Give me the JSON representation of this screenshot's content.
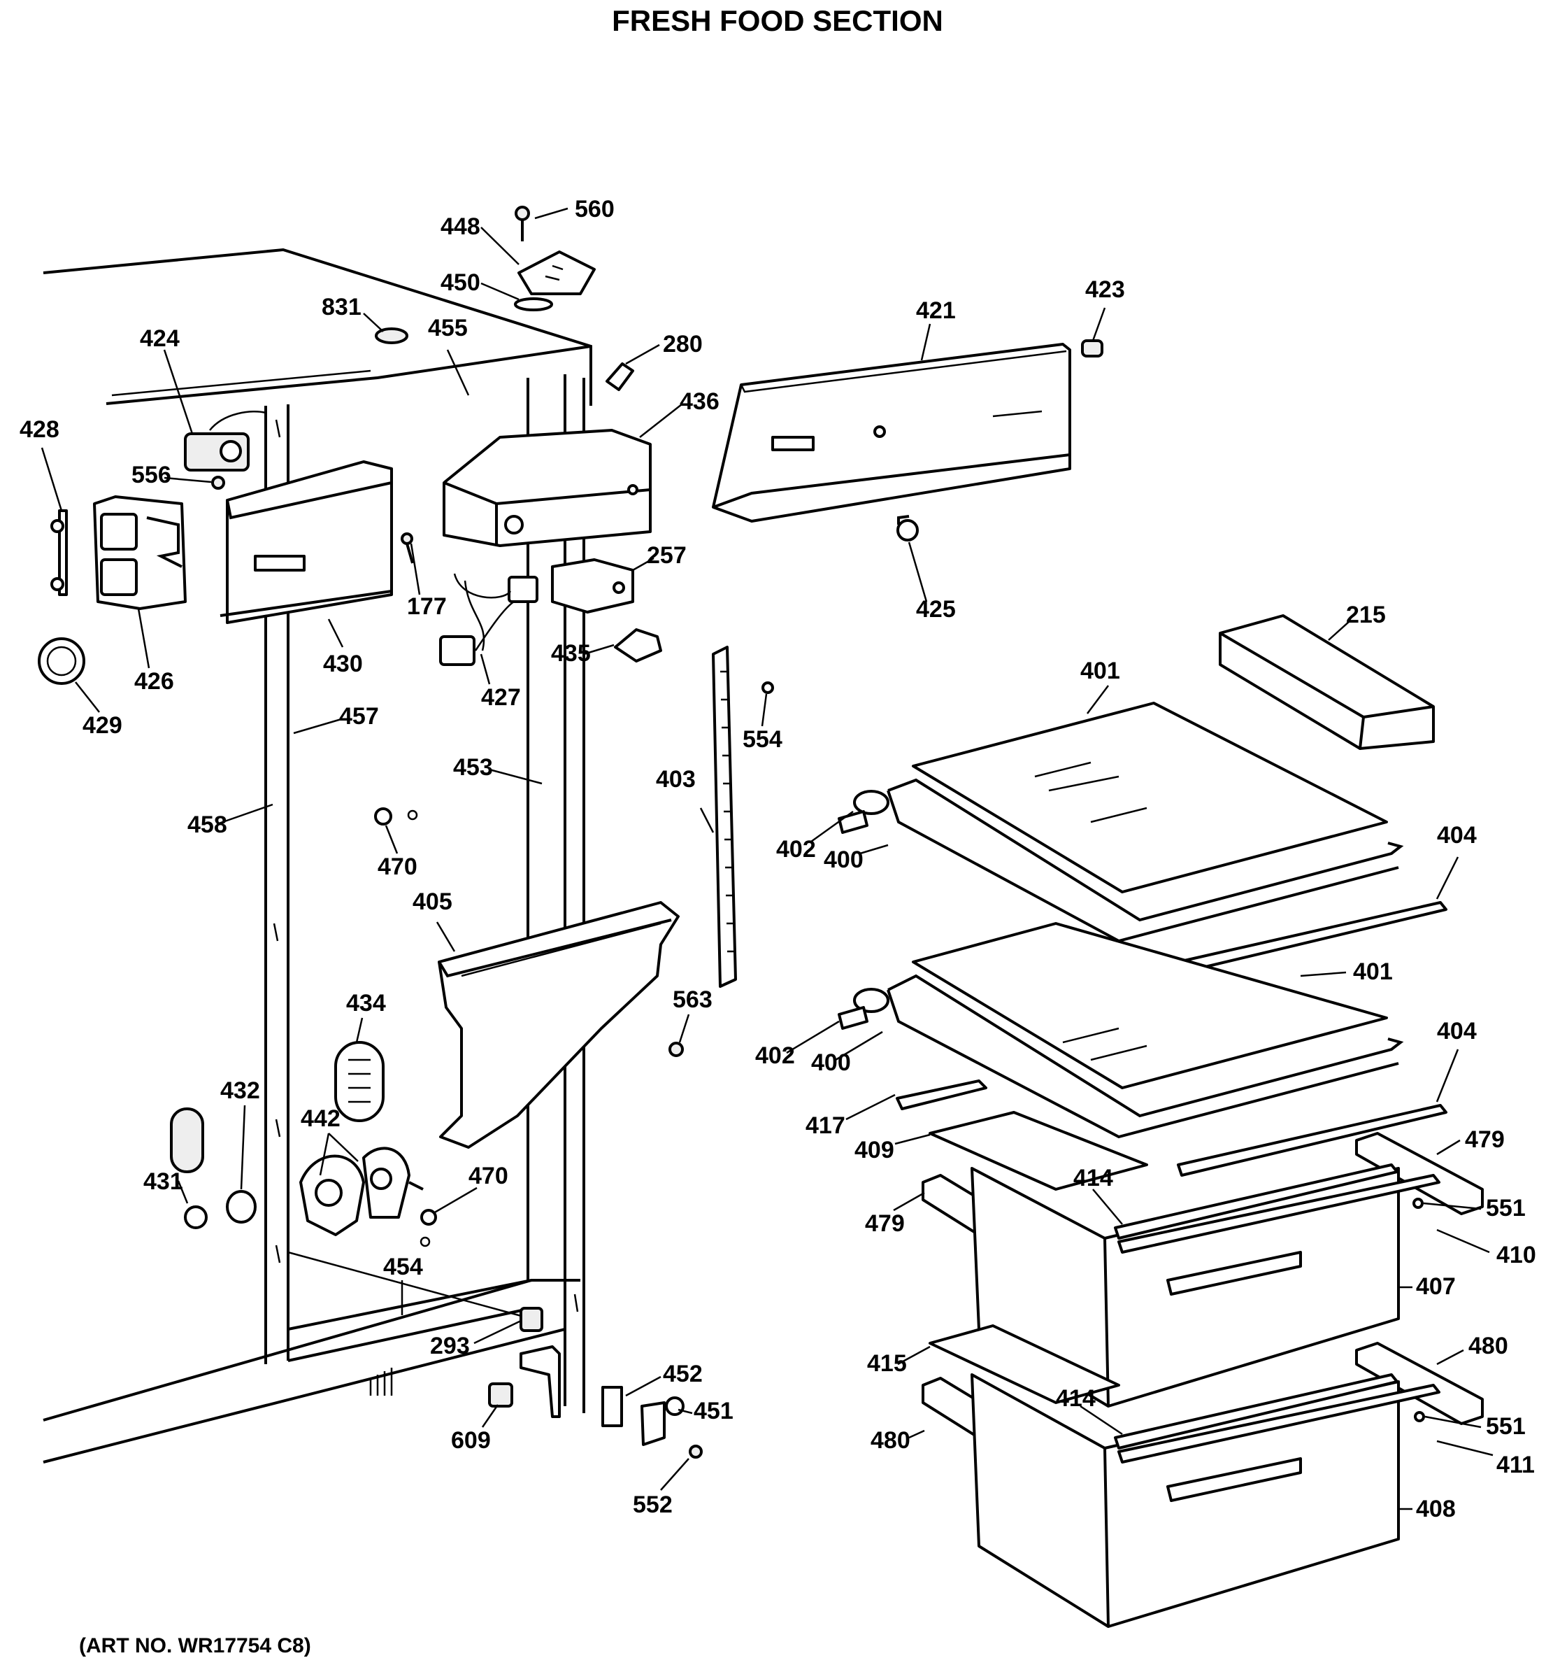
{
  "title": "FRESH FOOD SECTION",
  "art_no": "(ART NO. WR17754 C8)",
  "callouts": [
    {
      "id": "c560",
      "text": "560"
    },
    {
      "id": "c448",
      "text": "448"
    },
    {
      "id": "c450",
      "text": "450"
    },
    {
      "id": "c831",
      "text": "831"
    },
    {
      "id": "c455",
      "text": "455"
    },
    {
      "id": "c280",
      "text": "280"
    },
    {
      "id": "c424",
      "text": "424"
    },
    {
      "id": "c436",
      "text": "436"
    },
    {
      "id": "c421",
      "text": "421"
    },
    {
      "id": "c423",
      "text": "423"
    },
    {
      "id": "c428",
      "text": "428"
    },
    {
      "id": "c556",
      "text": "556"
    },
    {
      "id": "c177",
      "text": "177"
    },
    {
      "id": "c257",
      "text": "257"
    },
    {
      "id": "c425",
      "text": "425"
    },
    {
      "id": "c426",
      "text": "426"
    },
    {
      "id": "c430",
      "text": "430"
    },
    {
      "id": "c427",
      "text": "427"
    },
    {
      "id": "c435",
      "text": "435"
    },
    {
      "id": "c215",
      "text": "215"
    },
    {
      "id": "c429",
      "text": "429"
    },
    {
      "id": "c457",
      "text": "457"
    },
    {
      "id": "c554",
      "text": "554"
    },
    {
      "id": "c401a",
      "text": "401"
    },
    {
      "id": "c453",
      "text": "453"
    },
    {
      "id": "c403",
      "text": "403"
    },
    {
      "id": "c458",
      "text": "458"
    },
    {
      "id": "c470a",
      "text": "470"
    },
    {
      "id": "c402a",
      "text": "402"
    },
    {
      "id": "c400a",
      "text": "400"
    },
    {
      "id": "c404a",
      "text": "404"
    },
    {
      "id": "c405",
      "text": "405"
    },
    {
      "id": "c401b",
      "text": "401"
    },
    {
      "id": "c434",
      "text": "434"
    },
    {
      "id": "c563",
      "text": "563"
    },
    {
      "id": "c402b",
      "text": "402"
    },
    {
      "id": "c400b",
      "text": "400"
    },
    {
      "id": "c404b",
      "text": "404"
    },
    {
      "id": "c432",
      "text": "432"
    },
    {
      "id": "c442",
      "text": "442"
    },
    {
      "id": "c417",
      "text": "417"
    },
    {
      "id": "c409",
      "text": "409"
    },
    {
      "id": "c479a",
      "text": "479"
    },
    {
      "id": "c470b",
      "text": "470"
    },
    {
      "id": "c431",
      "text": "431"
    },
    {
      "id": "c414a",
      "text": "414"
    },
    {
      "id": "c551a",
      "text": "551"
    },
    {
      "id": "c479b",
      "text": "479"
    },
    {
      "id": "c410",
      "text": "410"
    },
    {
      "id": "c454",
      "text": "454"
    },
    {
      "id": "c407",
      "text": "407"
    },
    {
      "id": "c293",
      "text": "293"
    },
    {
      "id": "c452",
      "text": "452"
    },
    {
      "id": "c480a",
      "text": "480"
    },
    {
      "id": "c415",
      "text": "415"
    },
    {
      "id": "c451",
      "text": "451"
    },
    {
      "id": "c609",
      "text": "609"
    },
    {
      "id": "c414b",
      "text": "414"
    },
    {
      "id": "c551b",
      "text": "551"
    },
    {
      "id": "c480b",
      "text": "480"
    },
    {
      "id": "c411",
      "text": "411"
    },
    {
      "id": "c552",
      "text": "552"
    },
    {
      "id": "c408",
      "text": "408"
    }
  ]
}
